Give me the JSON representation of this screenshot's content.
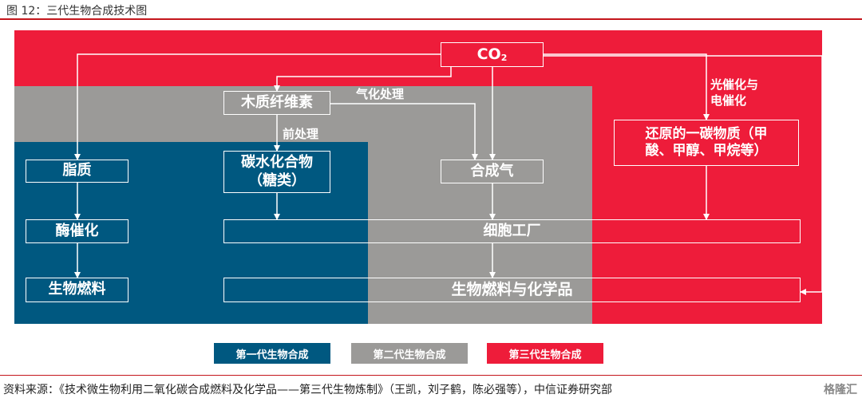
{
  "figure": {
    "title": "图 12：三代生物合成技术图",
    "source": "资料来源：《技术微生物利用二氧化碳合成燃料及化学品——第三代生物炼制》（王凯，刘子鹤，陈必强等），中信证券研究部",
    "watermark": "格隆汇"
  },
  "nodes": {
    "co2": {
      "main": "CO",
      "sub": "2"
    },
    "lignocellulose": "木质纤维素",
    "lipid": "脂质",
    "carbohydrate_l1": "碳水化合物",
    "carbohydrate_l2": "（糖类）",
    "syngas": "合成气",
    "one_carbon_l1": "还原的一碳物质（甲",
    "one_carbon_l2": "酸、甲醇、甲烷等）",
    "enzyme": "酶催化",
    "cell_factory": "细胞工厂",
    "biofuel": "生物燃料",
    "biofuel_chem": "生物燃料与化学品"
  },
  "edge_labels": {
    "gasification": "气化处理",
    "pretreatment": "前处理",
    "photo_l1": "光催化与",
    "photo_l2": "电催化"
  },
  "legend": [
    {
      "label": "第一代生物合成",
      "color": "#005880"
    },
    {
      "label": "第二代生物合成",
      "color": "#9b9a98"
    },
    {
      "label": "第三代生物合成",
      "color": "#ee1c3a"
    }
  ],
  "colors": {
    "accent_red": "#ee1c3a",
    "gray": "#9b9a98",
    "blue": "#005880",
    "rule_red": "#c4161c"
  }
}
